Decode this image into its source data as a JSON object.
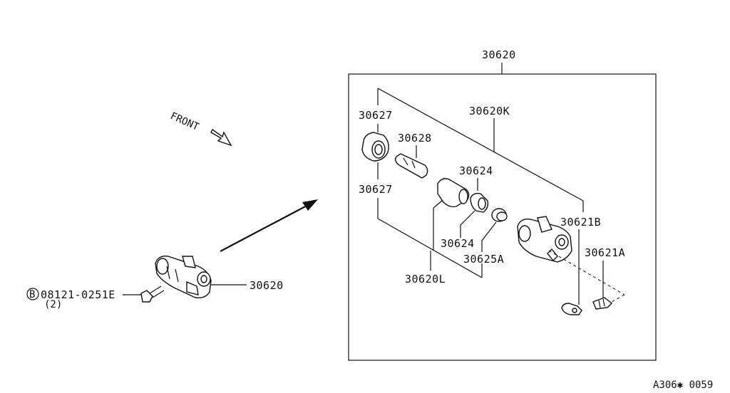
{
  "diagram": {
    "callouts": {
      "assembly_top": "30620",
      "assembly_left": "30620",
      "boot_upper": "30627",
      "boot_lower": "30627",
      "push_rod": "30628",
      "kit_k": "30620K",
      "kit_l": "30620L",
      "cup_upper": "30624",
      "cup_lower": "30624",
      "spring": "30625A",
      "bleeder": "30621B",
      "bleeder_cap": "30621A",
      "front": "FRONT",
      "bolt_symbol": "B",
      "bolt": "08121-0251E",
      "bolt_qty": "(2)",
      "figure_code": "A306✱ 0059"
    }
  }
}
